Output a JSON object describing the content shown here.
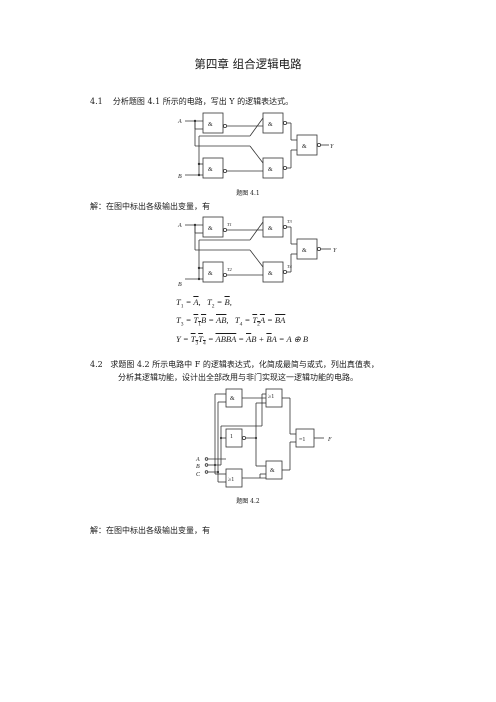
{
  "title": "第四章  组合逻辑电路",
  "q41": {
    "number": "4.1",
    "text": "分析题图 4.1 所示的电路，写出 Y 的逻辑表达式。",
    "caption": "题图 4.1"
  },
  "sol41": {
    "text": "解：在图中标出各级输出变量，有"
  },
  "equations": {
    "line1": "T1 = Ā,  T2 = B̄,",
    "line2": "T3 = T̄1B = ĀB,  T4 = T̄2A = B̄A",
    "line3": "Y = T̄3T4 = ĀB·B̄A = ĀB + B̄A = A ⊕ B"
  },
  "q42": {
    "number": "4.2",
    "text1": "求题图 4.2 所示电路中 F 的逻辑表达式，化简成最简与或式，列出真值表，",
    "text2": "分析其逻辑功能，设计出全部改用与非门实现这一逻辑功能的电路。",
    "caption": "题图 4.2"
  },
  "sol42": {
    "text": "解：在图中标出各级输出变量，有"
  },
  "labels": {
    "A": "A",
    "B": "B",
    "C": "C",
    "Y": "Y",
    "F": "F",
    "and": "&",
    "or": "≥1",
    "not": "1",
    "xnor": "=1",
    "t1": "T1",
    "t2": "T2",
    "t3": "T3",
    "t4": "T4"
  }
}
